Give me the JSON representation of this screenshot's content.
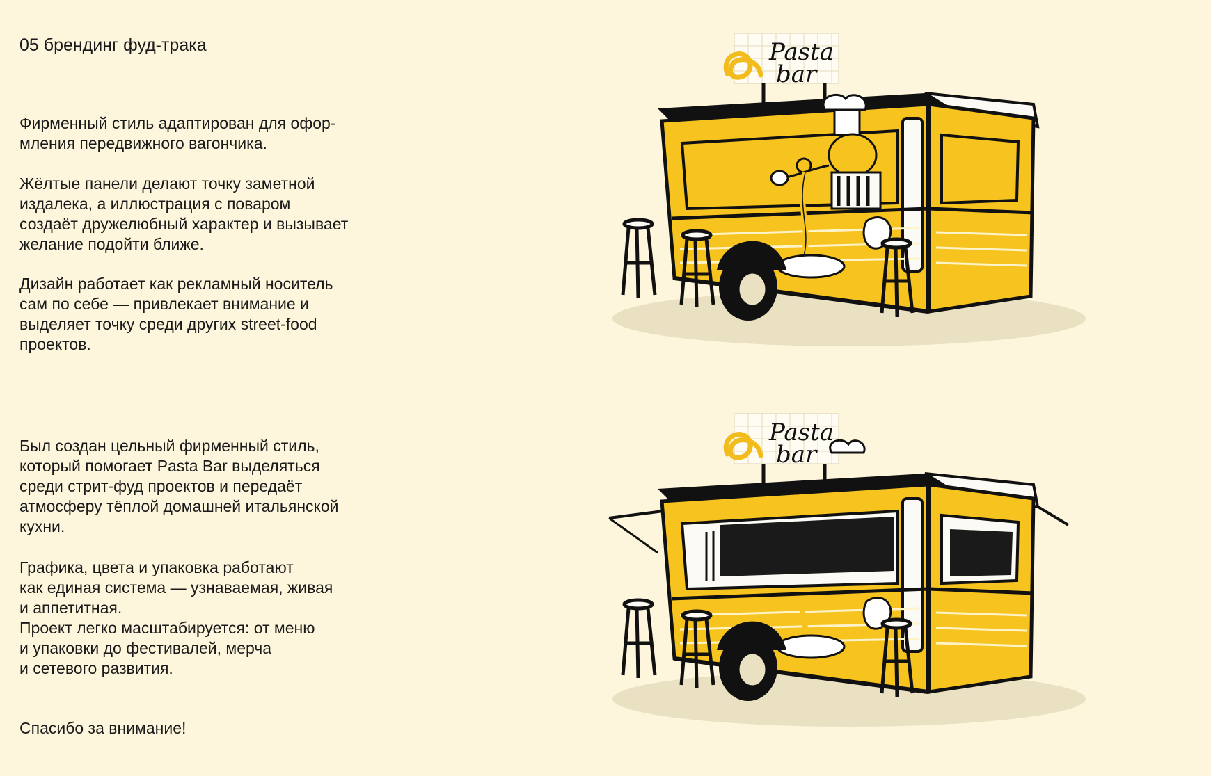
{
  "section_title": "05 брендинг фуд-трака",
  "paragraphs_top": [
    "Фирменный стиль адаптирован для офор-\nмления передвижного вагончика.",
    "Жёлтые панели делают точку заметной\nиздалека, а иллюстрация с поваром\nсоздаёт дружелюбный характер и вызывает\nжелание подойти ближе.",
    "Дизайн работает как рекламный носитель\nсам по себе — привлекает внимание и\nвыделяет точку среди других street-food\nпроектов."
  ],
  "paragraphs_bottom": [
    "Был создан цельный фирменный стиль,\nкоторый помогает Pasta Bar выделяться\nсреди стрит-фуд проектов и передаёт\nатмосферу тёплой домашней итальянской\nкухни.",
    "Графика, цвета и упаковка работают\nкак единая система — узнаваемая, живая\nи аппетитная.\nПроект легко масштабируется: от меню\nи упаковки до фестивалей, мерча\nи сетевого развития."
  ],
  "closing": "Спасибо за внимание!",
  "logo": {
    "line1": "Pasta",
    "line2": "bar"
  },
  "colors": {
    "background": "#fdf6dc",
    "truck_yellow": "#f6c31f",
    "ink": "#111111",
    "shadow": "#e9e1c2"
  }
}
